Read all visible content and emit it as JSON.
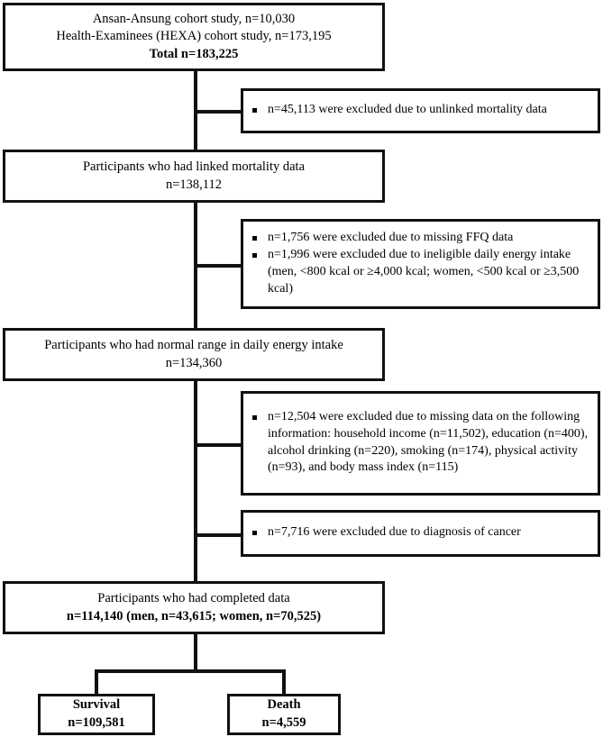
{
  "diagram": {
    "title": "Study participant selection flow chart",
    "type": "flowchart",
    "bullet_glyph": "square-bullet",
    "line_color": "#111111",
    "box_border_color": "#111111",
    "background_color": "#ffffff"
  },
  "nodes": {
    "source_cohorts": {
      "line1": "Ansan-Ansung cohort study, n=10,030",
      "line2": "Health-Examinees (HEXA) cohort study, n=173,195",
      "line3_bold": "Total n=183,225"
    },
    "linked_mortality": {
      "line1": "Participants who had linked mortality data",
      "line2": "n=138,112"
    },
    "normal_energy": {
      "line1": "Participants who had normal range in daily energy intake",
      "line2": "n=134,360"
    },
    "completed_data": {
      "line1": "Participants who had completed data",
      "line2_bold": "n=114,140 (men, n=43,615; women, n=70,525)"
    },
    "survival": {
      "line1": "Survival",
      "line2": "n=109,581"
    },
    "death": {
      "line1": "Death",
      "line2": "n=4,559"
    }
  },
  "exclusions": {
    "step1": {
      "items": [
        "n=45,113 were excluded due to unlinked mortality data"
      ]
    },
    "step2": {
      "items": [
        "n=1,756 were excluded due to missing FFQ data",
        "n=1,996 were excluded due to ineligible daily energy intake (men, <800 kcal or ≥4,000 kcal; women, <500 kcal or ≥3,500 kcal)"
      ]
    },
    "step3": {
      "items": [
        "n=12,504 were excluded due to missing data on the following information: household income (n=11,502), education (n=400), alcohol drinking (n=220), smoking (n=174), physical activity (n=93), and body mass index (n=115)"
      ]
    },
    "step4": {
      "items": [
        "n=7,716 were excluded due to diagnosis of cancer"
      ]
    }
  }
}
